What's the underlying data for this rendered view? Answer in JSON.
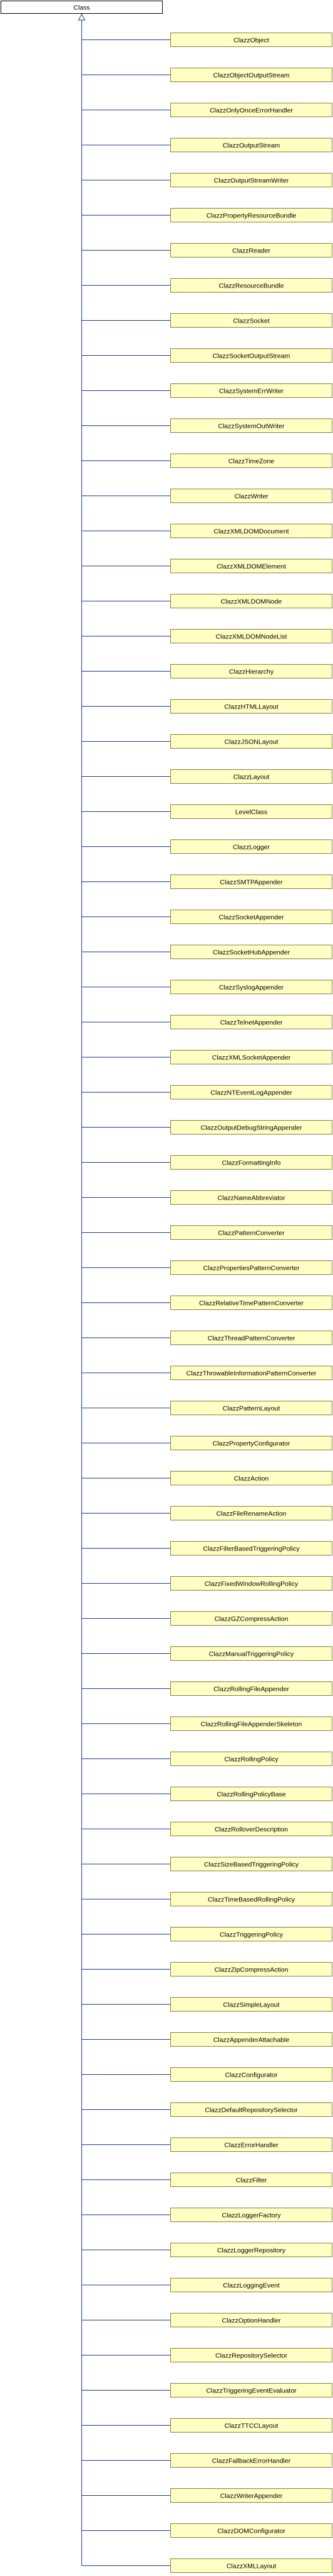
{
  "root": {
    "label": "Class"
  },
  "colors": {
    "node_fill": "#ffffc4",
    "node_border": "#8a7d3a",
    "root_fill": "#ffffff",
    "edge": "#1f3a93"
  },
  "children": [
    "ClazzObject",
    "ClazzObjectOutputStream",
    "ClazzOnlyOnceErrorHandler",
    "ClazzOutputStream",
    "ClazzOutputStreamWriter",
    "ClazzPropertyResourceBundle",
    "ClazzReader",
    "ClazzResourceBundle",
    "ClazzSocket",
    "ClazzSocketOutputStream",
    "ClazzSystemErrWriter",
    "ClazzSystemOutWriter",
    "ClazzTimeZone",
    "ClazzWriter",
    "ClazzXMLDOMDocument",
    "ClazzXMLDOMElement",
    "ClazzXMLDOMNode",
    "ClazzXMLDOMNodeList",
    "ClazzHierarchy",
    "ClazzHTMLLayout",
    "ClazzJSONLayout",
    "ClazzLayout",
    "LevelClass",
    "ClazzLogger",
    "ClazzSMTPAppender",
    "ClazzSocketAppender",
    "ClazzSocketHubAppender",
    "ClazzSyslogAppender",
    "ClazzTelnetAppender",
    "ClazzXMLSocketAppender",
    "ClazzNTEventLogAppender",
    "ClazzOutputDebugStringAppender",
    "ClazzFormattingInfo",
    "ClazzNameAbbreviator",
    "ClazzPatternConverter",
    "ClazzPropertiesPatternConverter",
    "ClazzRelativeTimePatternConverter",
    "ClazzThreadPatternConverter",
    "ClazzThrowableInformationPatternConverter",
    "ClazzPatternLayout",
    "ClazzPropertyConfigurator",
    "ClazzAction",
    "ClazzFileRenameAction",
    "ClazzFilterBasedTriggeringPolicy",
    "ClazzFixedWindowRollingPolicy",
    "ClazzGZCompressAction",
    "ClazzManualTriggeringPolicy",
    "ClazzRollingFileAppender",
    "ClazzRollingFileAppenderSkeleton",
    "ClazzRollingPolicy",
    "ClazzRollingPolicyBase",
    "ClazzRolloverDescription",
    "ClazzSizeBasedTriggeringPolicy",
    "ClazzTimeBasedRollingPolicy",
    "ClazzTriggeringPolicy",
    "ClazzZipCompressAction",
    "ClazzSimpleLayout",
    "ClazzAppenderAttachable",
    "ClazzConfigurator",
    "ClazzDefaultRepositorySelector",
    "ClazzErrorHandler",
    "ClazzFilter",
    "ClazzLoggerFactory",
    "ClazzLoggerRepository",
    "ClazzLoggingEvent",
    "ClazzOptionHandler",
    "ClazzRepositorySelector",
    "ClazzTriggeringEventEvaluator",
    "ClazzTTCCLayout",
    "ClazzFallbackErrorHandler",
    "ClazzWriterAppender",
    "ClazzDOMConfigurator",
    "ClazzXMLLayout"
  ]
}
